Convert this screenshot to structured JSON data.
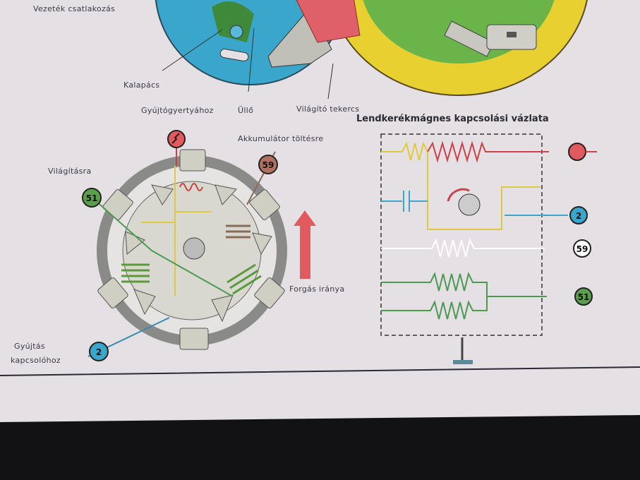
{
  "labels": {
    "wire_connection": "Vezeték csatlakozás",
    "hammer": "Kalapács",
    "anvil": "Üllő",
    "lighting_coil": "Világító tekercs",
    "to_spark_plug": "Gyújtógyertyához",
    "battery_charging": "Akkumulátor töltésre",
    "lighting": "Világításra",
    "rotation_direction": "Forgás iránya",
    "ignition_switch_line1": "Gyújtás",
    "ignition_switch_line2": "kapcsolóhoz"
  },
  "schematic": {
    "title": "Lendkerékmágnes kapcsolási vázlata",
    "terminals": [
      "2",
      "59",
      "51"
    ]
  },
  "terminals": {
    "t51": "51",
    "t59": "59",
    "t2": "2"
  },
  "colors": {
    "paper": "#e4e0e4",
    "red": "#e0505a",
    "blue": "#3aa6cc",
    "green": "#4c9a52",
    "yellow": "#e8d45a",
    "gray": "#b8b8ae"
  }
}
